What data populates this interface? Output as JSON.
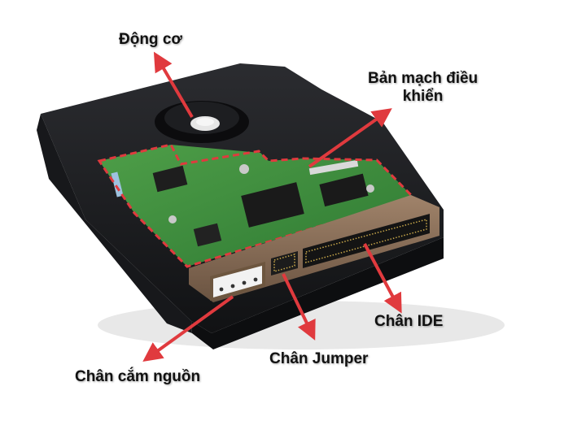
{
  "labels": {
    "motor": "Động cơ",
    "board_line1": "Bản mạch điều",
    "board_line2": "khiển",
    "ide": "Chân IDE",
    "jumper": "Chân Jumper",
    "power": "Chân cắm nguồn"
  },
  "colors": {
    "arrow": "#e03a3e",
    "outline": "#e03a3e",
    "casing": "#1e1f22",
    "pcb": "#3f8f3c",
    "connector": "#8a6e58"
  }
}
